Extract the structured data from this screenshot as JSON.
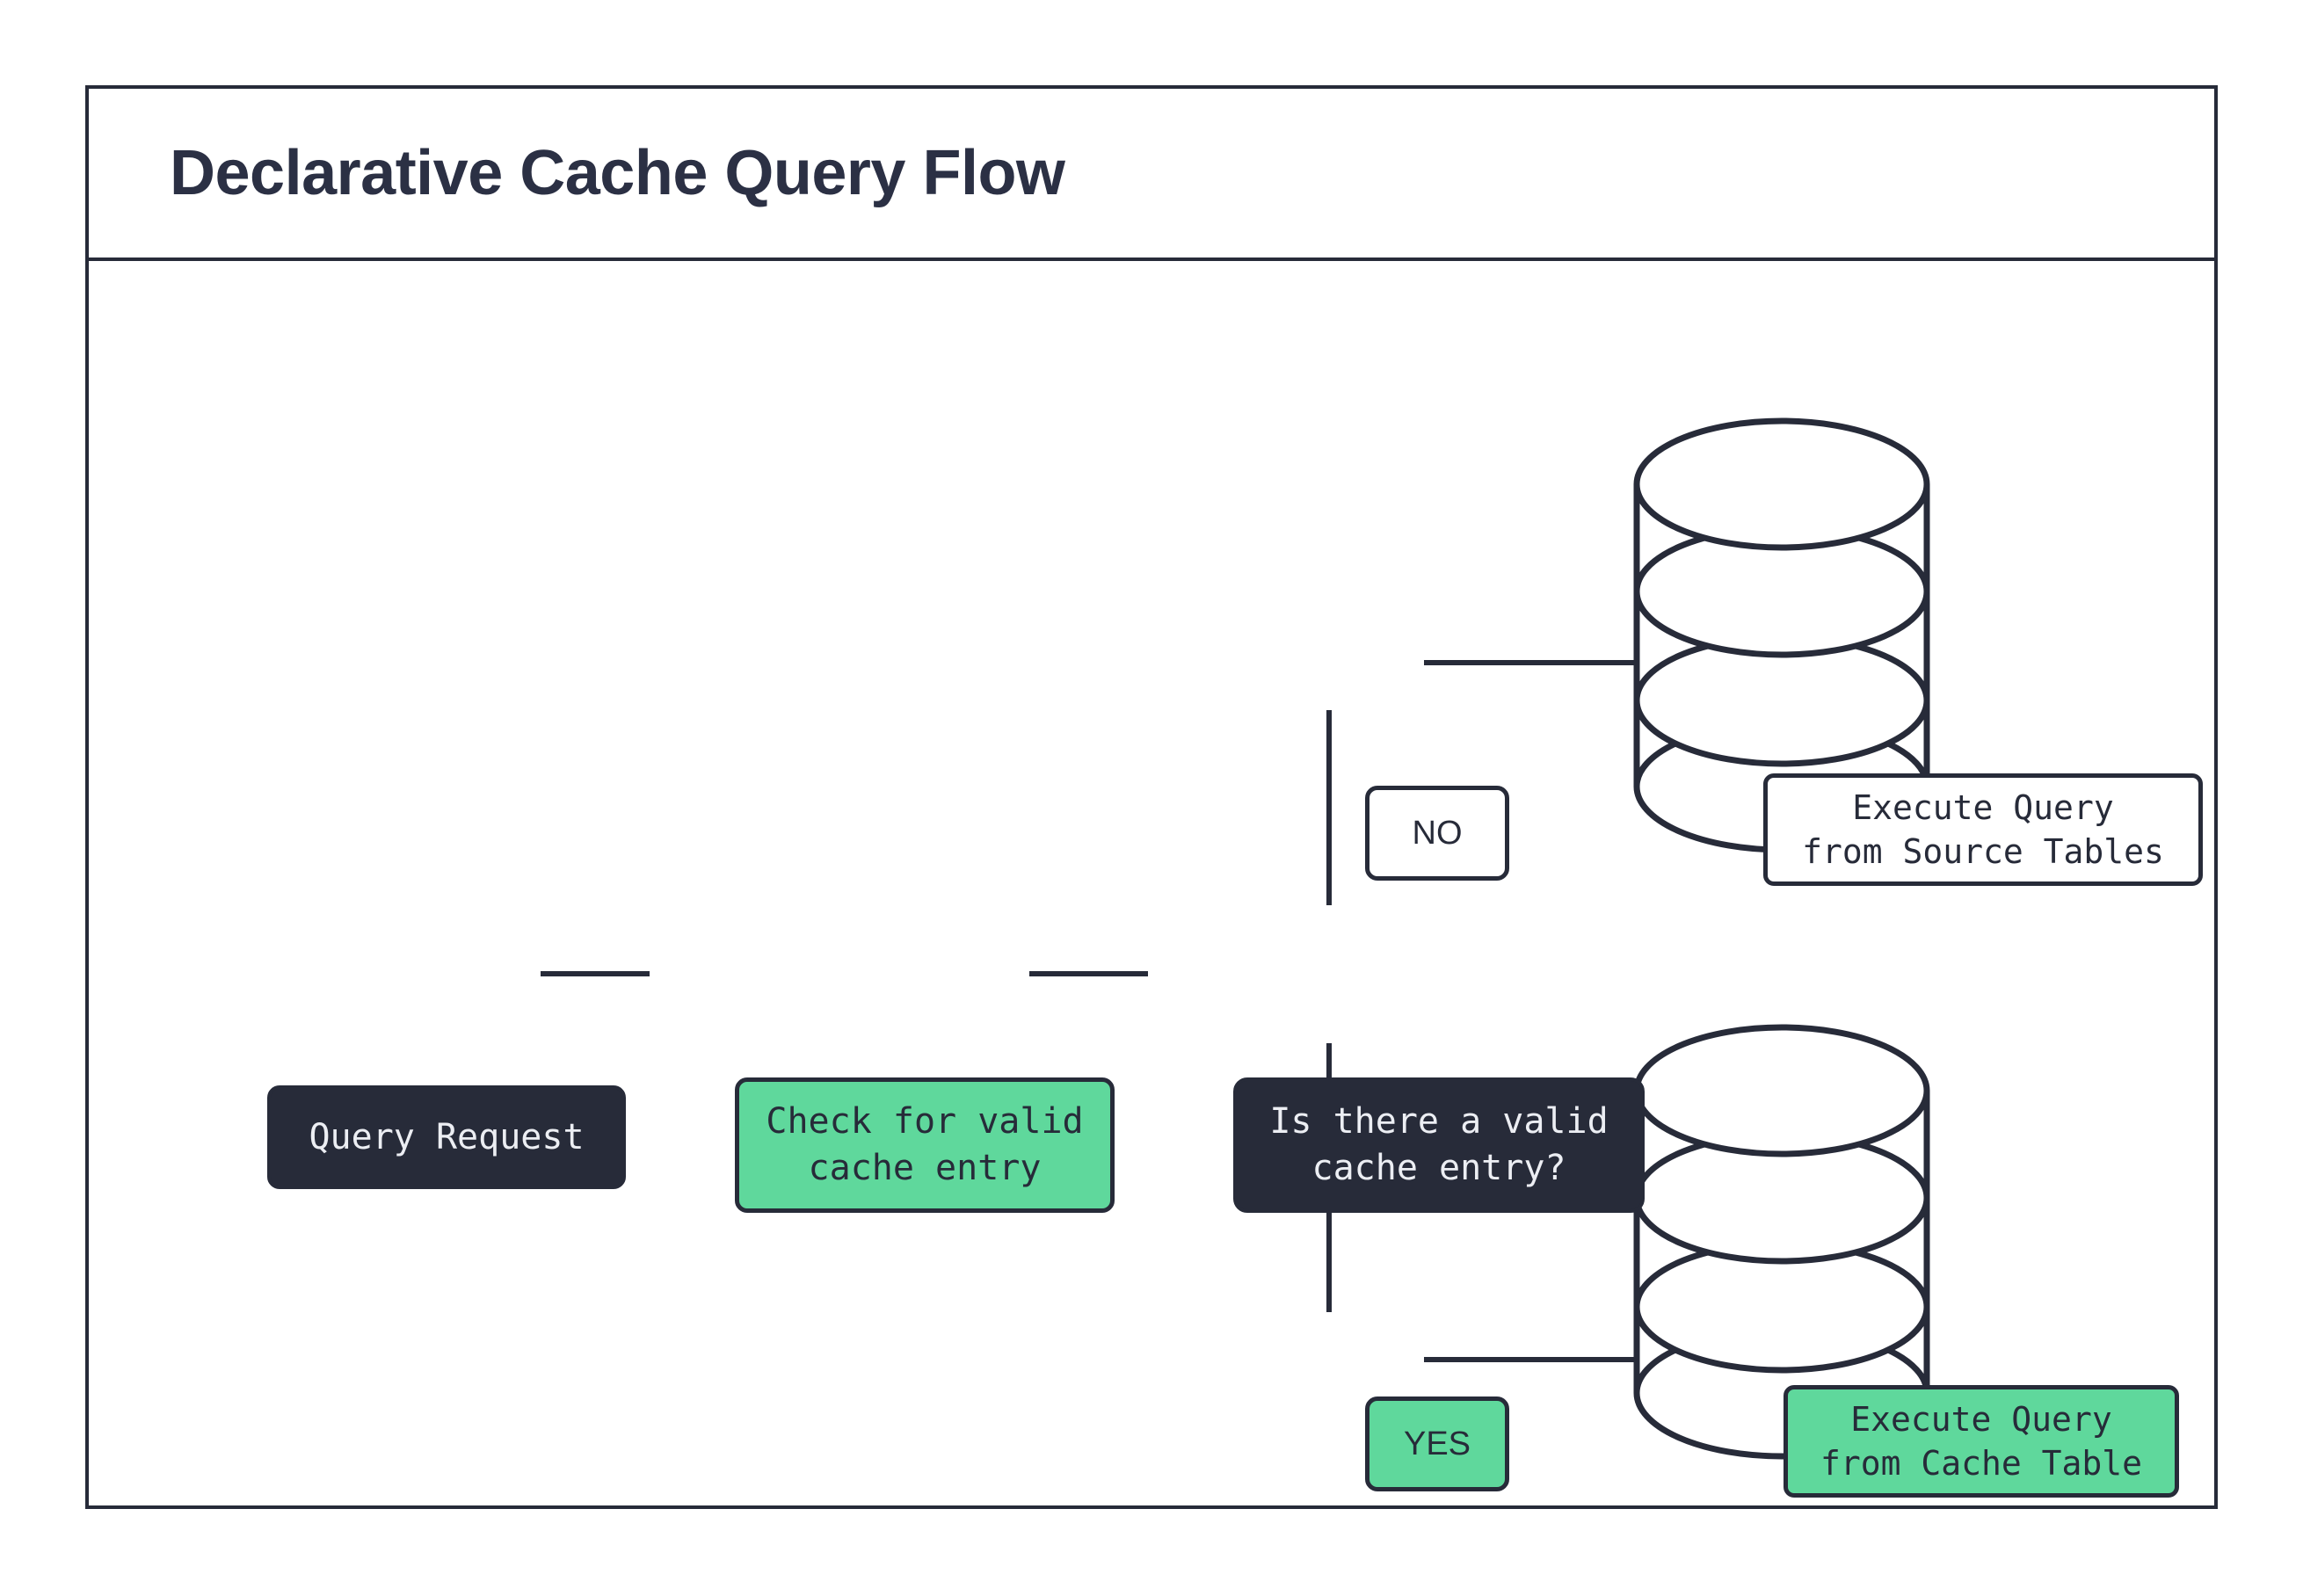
{
  "page": {
    "background": "#ffffff",
    "frame_border_color": "#272b39"
  },
  "header": {
    "title": "Declarative Cache Query Flow"
  },
  "palette": {
    "dark": "#272b39",
    "green": "#5fd89c",
    "white": "#ffffff",
    "text_light": "#eceef3",
    "title_text": "#2b3044"
  },
  "diagram": {
    "type": "flowchart",
    "nodes": [
      {
        "id": "query-request",
        "label": "Query Request",
        "shape": "rounded-rect",
        "style": "dark"
      },
      {
        "id": "check-cache",
        "label": "Check for valid\ncache entry",
        "shape": "rounded-rect",
        "style": "green"
      },
      {
        "id": "decision",
        "label": "Is there a valid\ncache entry?",
        "shape": "rounded-rect",
        "style": "dark"
      },
      {
        "id": "exec-source",
        "label": "Execute Query\nfrom Source Tables",
        "shape": "rounded-rect-in-cylinder",
        "style": "white"
      },
      {
        "id": "exec-cache",
        "label": "Execute Query\nfrom Cache Table",
        "shape": "rounded-rect-in-cylinder",
        "style": "green"
      }
    ],
    "branch_labels": [
      {
        "id": "no",
        "label": "NO",
        "style": "white"
      },
      {
        "id": "yes",
        "label": "YES",
        "style": "green"
      }
    ],
    "cylinders": [
      {
        "id": "source-database",
        "name": "Source Tables database"
      },
      {
        "id": "cache-database",
        "name": "Cache Table database"
      }
    ],
    "edges": [
      {
        "from": "query-request",
        "to": "check-cache"
      },
      {
        "from": "check-cache",
        "to": "decision"
      },
      {
        "from": "decision",
        "to": "no",
        "label": "NO"
      },
      {
        "from": "no",
        "to": "exec-source"
      },
      {
        "from": "decision",
        "to": "yes",
        "label": "YES"
      },
      {
        "from": "yes",
        "to": "exec-cache"
      }
    ]
  }
}
